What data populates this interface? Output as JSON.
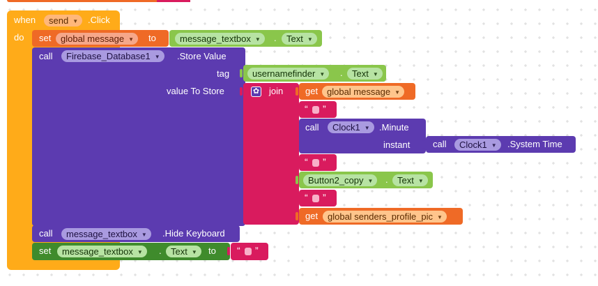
{
  "event": {
    "when": "when",
    "component": "send",
    "event_name": ".Click",
    "do": "do"
  },
  "set_global": {
    "set": "set",
    "variable": "global message",
    "to": "to",
    "component": "message_textbox",
    "dot": ".",
    "property": "Text"
  },
  "store_call": {
    "call": "call",
    "component": "Firebase_Database1",
    "method": ".Store Value",
    "tag_label": "tag",
    "value_label": "value To Store"
  },
  "tag_getter": {
    "component": "usernamefinder",
    "dot": ".",
    "property": "Text"
  },
  "join": {
    "label": "join"
  },
  "get1": {
    "get": "get",
    "variable": "global message"
  },
  "sep1": {
    "open": "“",
    "close": "”"
  },
  "clock_minute": {
    "call": "call",
    "component": "Clock1",
    "method": ".Minute",
    "instant_label": "instant"
  },
  "clock_system": {
    "call": "call",
    "component": "Clock1",
    "method": ".System Time"
  },
  "sep2": {
    "open": "“",
    "close": "”"
  },
  "button_getter": {
    "component": "Button2_copy",
    "dot": ".",
    "property": "Text"
  },
  "sep3": {
    "open": "“",
    "close": "”"
  },
  "get2": {
    "get": "get",
    "variable": "global senders_profile_pic"
  },
  "hide_call": {
    "call": "call",
    "component": "message_textbox",
    "method": ".Hide Keyboard"
  },
  "set_text": {
    "set": "set",
    "component": "message_textbox",
    "dot": ".",
    "property": "Text",
    "to": "to"
  },
  "empty_string": {
    "open": "“",
    "close": "”"
  },
  "colors": {
    "event": "#ffab19",
    "variable": "#ef6a26",
    "component_getter": "#8ac64b",
    "component_method": "#5c3bb0",
    "text": "#d91b5e",
    "setter": "#3f8b2c",
    "workspace_dot": "#d8d8d8"
  },
  "icons": {
    "join_mutator": "gear-icon",
    "dropdown": "dropdown-arrow-icon"
  }
}
